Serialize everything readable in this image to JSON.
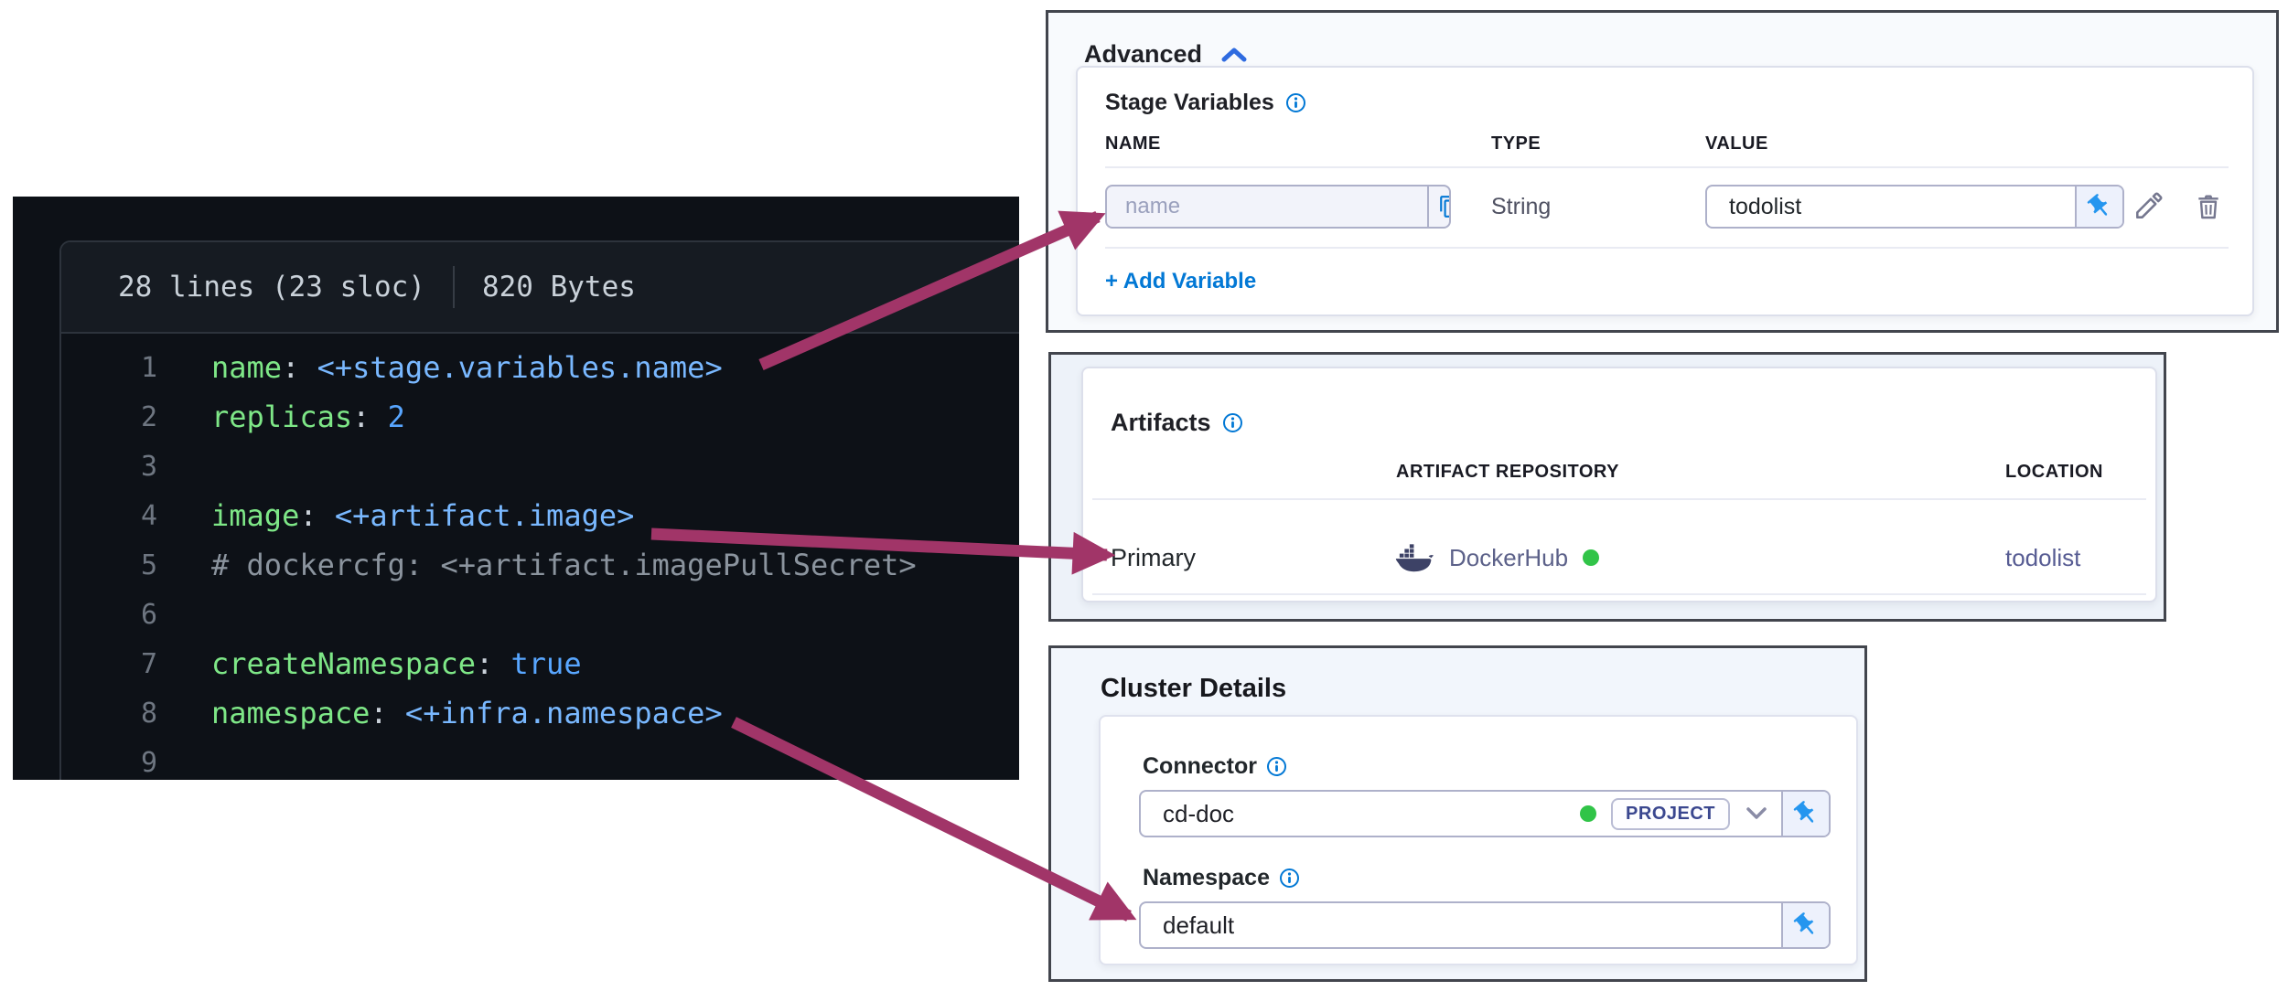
{
  "colors": {
    "arrow": "#a13568",
    "accent": "#0278d5",
    "green": "#31c448"
  },
  "code_panel": {
    "header": {
      "lines_info": "28 lines (23 sloc)",
      "size_info": "820 Bytes"
    },
    "lines": [
      {
        "num": "1",
        "key": "name",
        "sep": ": ",
        "expr": "<+stage.variables.name>"
      },
      {
        "num": "2",
        "key": "replicas",
        "sep": ": ",
        "value": "2"
      },
      {
        "num": "3"
      },
      {
        "num": "4",
        "key": "image",
        "sep": ": ",
        "expr": "<+artifact.image>"
      },
      {
        "num": "5",
        "comment": "# dockercfg: <+artifact.imagePullSecret>"
      },
      {
        "num": "6"
      },
      {
        "num": "7",
        "key": "createNamespace",
        "sep": ": ",
        "value": "true"
      },
      {
        "num": "8",
        "key": "namespace",
        "sep": ": ",
        "expr": "<+infra.namespace>"
      },
      {
        "num": "9"
      }
    ]
  },
  "advanced": {
    "title": "Advanced",
    "section_title": "Stage Variables",
    "columns": {
      "name": "NAME",
      "type": "TYPE",
      "value": "VALUE"
    },
    "row": {
      "name_placeholder": "name",
      "type": "String",
      "value": "todolist"
    },
    "add_label": "+ Add Variable"
  },
  "artifacts": {
    "title": "Artifacts",
    "columns": {
      "repository": "ARTIFACT REPOSITORY",
      "location": "LOCATION"
    },
    "row": {
      "label": "Primary",
      "repository": "DockerHub",
      "location": "todolist"
    }
  },
  "cluster": {
    "title": "Cluster Details",
    "connector_label": "Connector",
    "connector_value": "cd-doc",
    "connector_scope": "PROJECT",
    "namespace_label": "Namespace",
    "namespace_value": "default"
  }
}
